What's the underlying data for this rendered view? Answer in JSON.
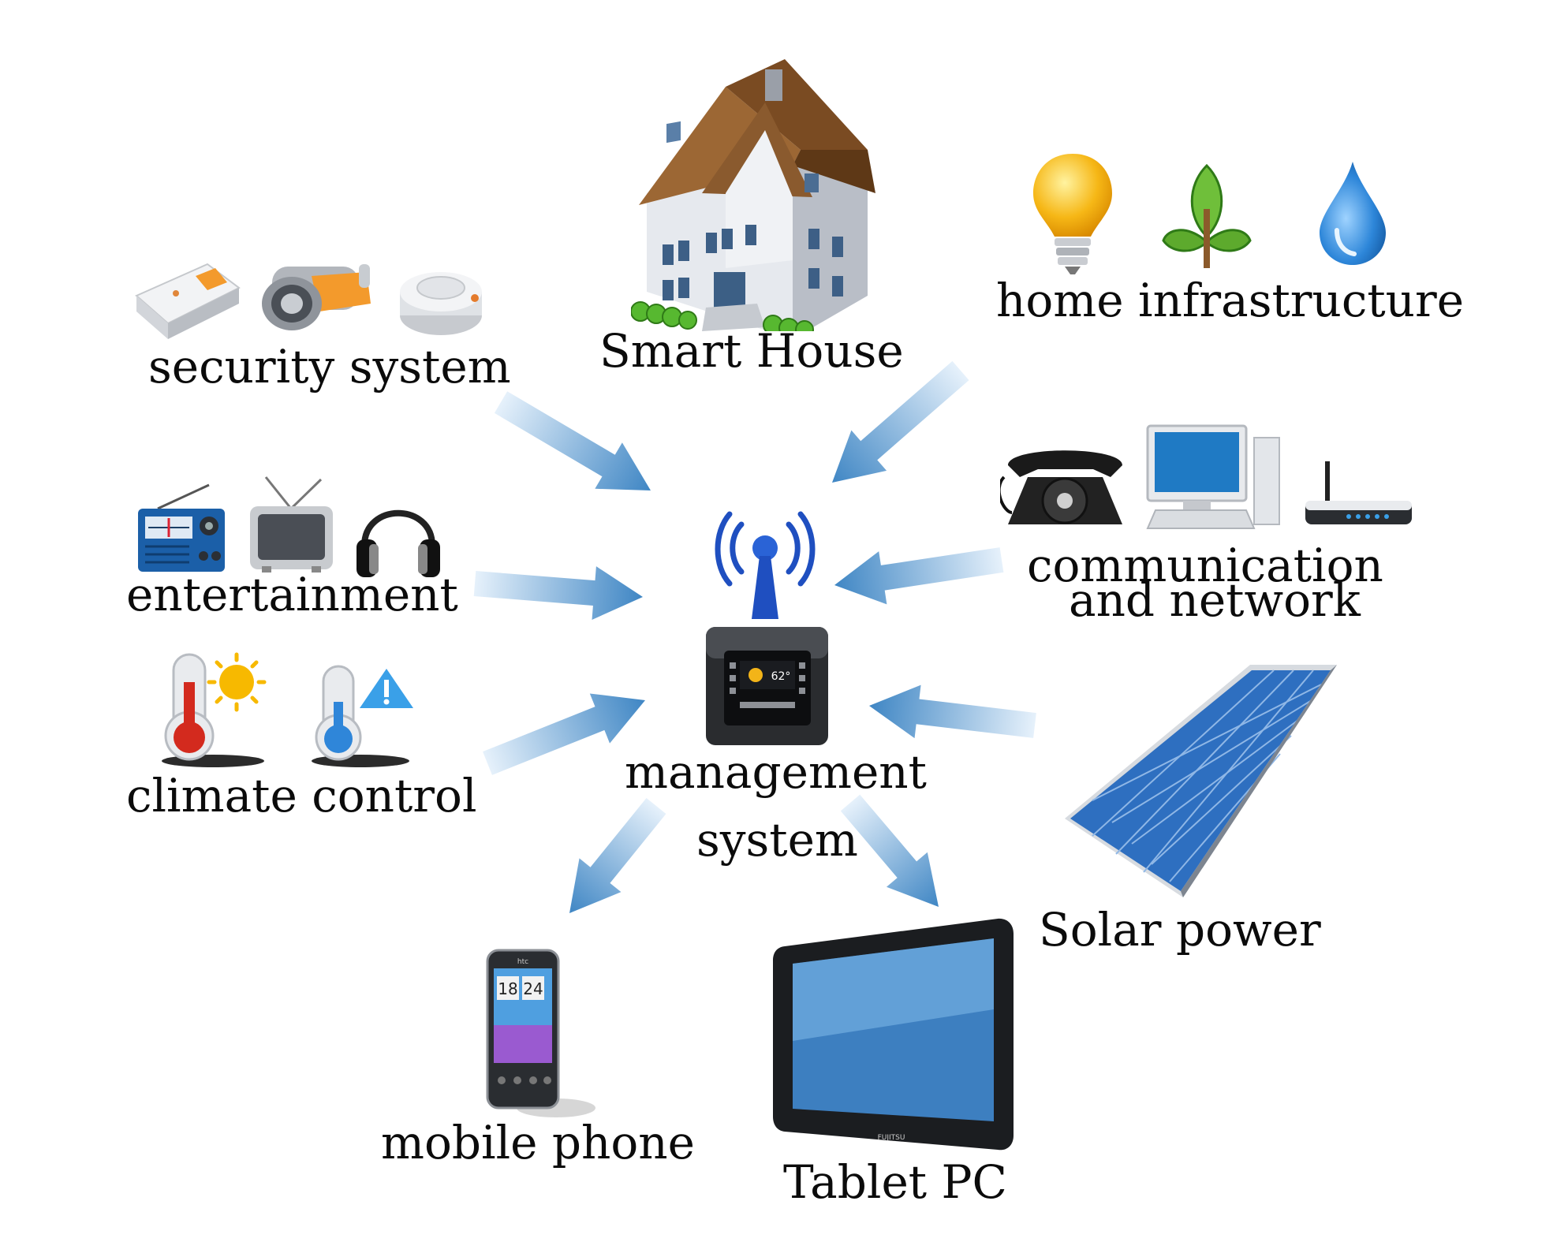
{
  "hub": {
    "label_line1": "management",
    "label_line2": "system",
    "screen_temp": "62°"
  },
  "nodes": {
    "smart_house": {
      "label": "Smart House"
    },
    "home_infrastructure": {
      "label": "home infrastructure"
    },
    "security_system": {
      "label": "security system"
    },
    "entertainment": {
      "label": "entertainment"
    },
    "climate_control": {
      "label": "climate control"
    },
    "communication": {
      "label_line1": "communication",
      "label_line2": "and network"
    },
    "solar_power": {
      "label": "Solar power"
    },
    "mobile_phone": {
      "label": "mobile phone",
      "clock_hours": "18",
      "clock_minutes": "24",
      "brand": "htc"
    },
    "tablet_pc": {
      "label": "Tablet PC",
      "brand": "FUJITSU"
    }
  },
  "colors": {
    "arrow_dark": "#3f86c4",
    "arrow_light": "#e6f1fb",
    "roof": "#8a5a2e",
    "house_wall": "#e4e7ec",
    "solar_blue": "#2e6fc0",
    "text": "#0b0b0b"
  },
  "icons": [
    "house-icon",
    "lightbulb-icon",
    "leaf-icon",
    "water-drop-icon",
    "motion-sensor-icon",
    "camera-icon",
    "smoke-detector-icon",
    "radio-icon",
    "tv-icon",
    "headphones-icon",
    "thermometer-hot-icon",
    "thermometer-alert-icon",
    "telephone-icon",
    "computer-icon",
    "router-icon",
    "antenna-icon",
    "control-panel-icon",
    "solar-panel-icon",
    "smartphone-icon",
    "tablet-icon"
  ]
}
